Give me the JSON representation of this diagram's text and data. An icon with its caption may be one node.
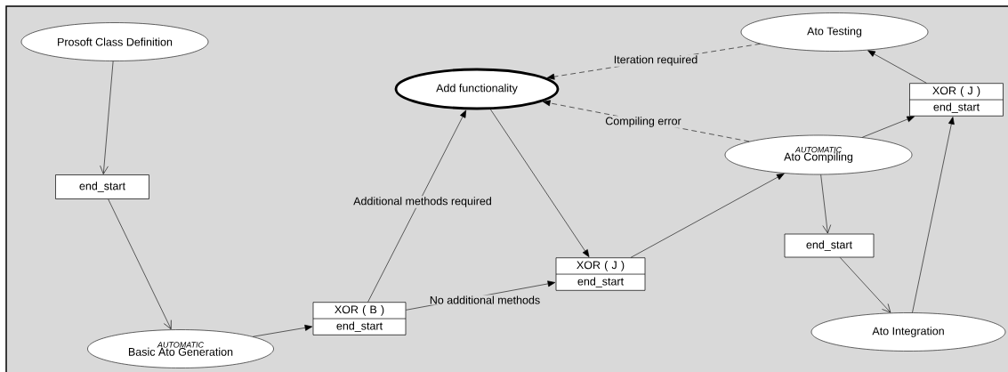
{
  "diagram": {
    "nodes": [
      {
        "text": [
          "Prosoft Class Definition"
        ]
      },
      {
        "text": [
          "end_start"
        ]
      },
      {
        "text": [
          "AUTOMATIC",
          "Basic Ato Generation"
        ]
      },
      {
        "text": [
          "XOR ( B )",
          "end_start"
        ]
      },
      {
        "text": [
          "Add functionality"
        ]
      },
      {
        "text": [
          "XOR ( J )",
          "end_start"
        ]
      },
      {
        "text": [
          "Ato Testing"
        ]
      },
      {
        "text": [
          "AUTOMATIC",
          "Ato Compiling"
        ]
      },
      {
        "text": [
          "XOR ( J )",
          "end_start"
        ]
      },
      {
        "text": [
          "end_start"
        ]
      },
      {
        "text": [
          "Ato Integration"
        ]
      }
    ],
    "edges": [
      {
        "from": 0,
        "to": 1,
        "arrow": "to"
      },
      {
        "from": 1,
        "to": 2,
        "arrow": "to"
      },
      {
        "from": 2,
        "to": 3,
        "arrow": "to"
      },
      {
        "from": 3,
        "to": 4,
        "arrow": "to",
        "label": "Additional methods required"
      },
      {
        "from": 3,
        "to": 5,
        "arrow": "to",
        "label": "No additional methods"
      },
      {
        "from": 4,
        "to": 5,
        "arrow": "to"
      },
      {
        "from": 5,
        "to": 7,
        "arrow": "to"
      },
      {
        "from": 7,
        "to": 4,
        "arrow": "to",
        "label": "Compiling error",
        "style": "dashed"
      },
      {
        "from": 6,
        "to": 4,
        "arrow": "to",
        "label": "Iteration required",
        "style": "dashed"
      },
      {
        "from": 7,
        "to": 8,
        "arrow": "to"
      },
      {
        "from": 7,
        "to": 9,
        "arrow": "to"
      },
      {
        "from": 9,
        "to": 10,
        "arrow": "to"
      },
      {
        "from": 10,
        "to": 8,
        "arrow": "to"
      },
      {
        "from": 8,
        "to": 6,
        "arrow": "to"
      }
    ]
  }
}
